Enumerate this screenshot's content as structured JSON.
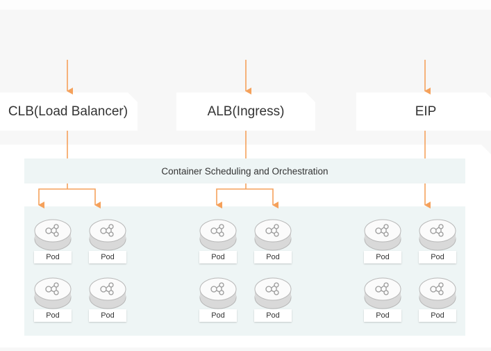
{
  "services": [
    {
      "id": "clb",
      "label": "CLB(Load Balancer)"
    },
    {
      "id": "alb",
      "label": "ALB(Ingress)"
    },
    {
      "id": "eip",
      "label": "EIP"
    }
  ],
  "scheduler": {
    "label": "Container Scheduling and Orchestration"
  },
  "pods": [
    {
      "group": "clb",
      "label": "Pod"
    },
    {
      "group": "clb",
      "label": "Pod"
    },
    {
      "group": "clb",
      "label": "Pod"
    },
    {
      "group": "clb",
      "label": "Pod"
    },
    {
      "group": "alb",
      "label": "Pod"
    },
    {
      "group": "alb",
      "label": "Pod"
    },
    {
      "group": "alb",
      "label": "Pod"
    },
    {
      "group": "alb",
      "label": "Pod"
    },
    {
      "group": "eip",
      "label": "Pod"
    },
    {
      "group": "eip",
      "label": "Pod"
    },
    {
      "group": "eip",
      "label": "Pod"
    },
    {
      "group": "eip",
      "label": "Pod"
    }
  ],
  "colors": {
    "arrow": "#f5a15b",
    "zone": "#eef5f5",
    "pod_icon": "#9a9a9a"
  },
  "icons": {
    "pod": "network-nodes-icon"
  }
}
